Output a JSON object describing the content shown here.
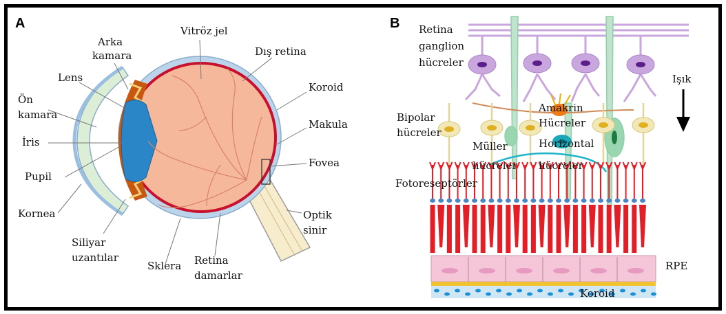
{
  "panel_a": {
    "letter": "A",
    "labels": {
      "vitreous": "Vitröz jel",
      "outer_retina": "Dış retina",
      "posterior_chamber_1": "Arka",
      "posterior_chamber_2": "kamara",
      "lens": "Lens",
      "anterior_chamber_1": "Ön",
      "anterior_chamber_2": "kamara",
      "iris": "İris",
      "pupil": "Pupil",
      "cornea": "Kornea",
      "ciliary_1": "Siliyar",
      "ciliary_2": "uzantılar",
      "sclera": "Sklera",
      "retinal_vessels_1": "Retina",
      "retinal_vessels_2": "damarlar",
      "choroid": "Koroid",
      "macula": "Makula",
      "fovea": "Fovea",
      "optic_nerve_1": "Optik",
      "optic_nerve_2": "sinir"
    }
  },
  "panel_b": {
    "letter": "B",
    "labels": {
      "rgc_1": "Retina",
      "rgc_2": "ganglion",
      "rgc_3": "hücreler",
      "light": "Işık",
      "bipolar_1": "Bipolar",
      "bipolar_2": "hücreler",
      "amacrine_1": "Amakrin",
      "amacrine_2": "Hücreler",
      "horizontal_1": "Horizontal",
      "horizontal_2": "hücreler",
      "muller_1": "Müller",
      "muller_2": "hücreler",
      "photoreceptors": "Fotoreseptörler",
      "rpe": "RPE",
      "choroid": "Koroid"
    }
  },
  "colors": {
    "vitreous": "#f6b89a",
    "lens": "#2b86c8",
    "cornea": "#d9ecd2",
    "sclera": "#bcd4ea",
    "iris": "#c8580f",
    "retina_red": "#c8102e",
    "rgc": "#c9a6dd",
    "bipolar": "#e8c85a",
    "muller": "#8fd0a8",
    "photoreceptor": "#e41e26",
    "rpe": "#f5c6d8",
    "choroid_b": "#1b8fd6"
  }
}
